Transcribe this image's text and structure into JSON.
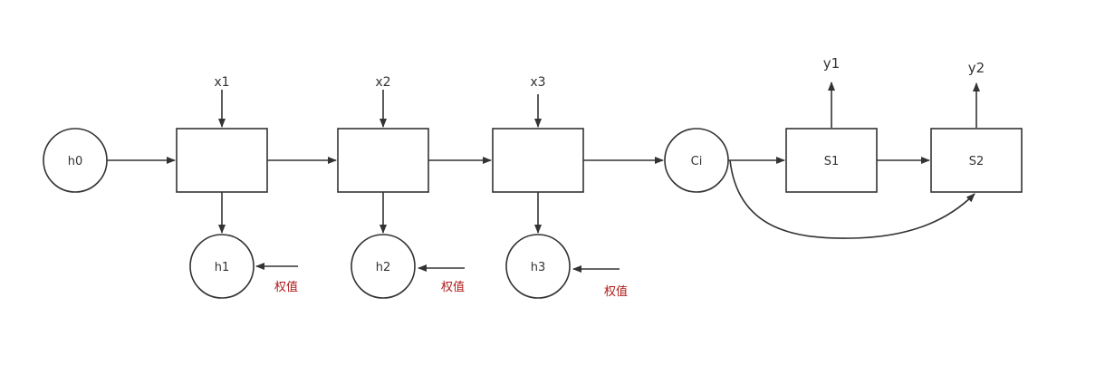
{
  "colors": {
    "stroke": "#333333",
    "text": "#333333",
    "weight_text": "#b11a1a",
    "background": "#ffffff"
  },
  "nodes": {
    "h0": "h0",
    "h1": "h1",
    "h2": "h2",
    "h3": "h3",
    "ci": "Ci",
    "s1": "S1",
    "s2": "S2"
  },
  "inputs": {
    "x1": "x1",
    "x2": "x2",
    "x3": "x3"
  },
  "outputs": {
    "y1": "y1",
    "y2": "y2"
  },
  "weights": {
    "w1": "权值",
    "w2": "权值",
    "w3": "权值"
  }
}
